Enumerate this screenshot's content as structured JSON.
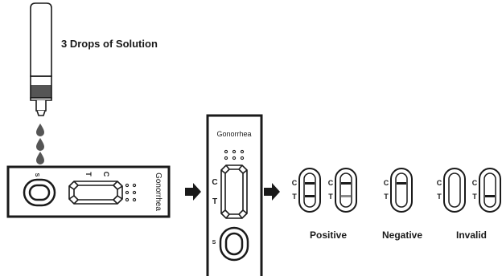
{
  "instruction": "3 Drops of Solution",
  "cassette_horizontal": {
    "brand": "Gonorrhea",
    "sample_label": "S",
    "test_label": "T",
    "control_label": "C"
  },
  "cassette_vertical": {
    "brand": "Gonorrhea",
    "control_label": "C",
    "test_label": "T",
    "sample_label": "S"
  },
  "result_window_labels": {
    "control": "C",
    "test": "T"
  },
  "results": {
    "positive_label": "Positive",
    "negative_label": "Negative",
    "invalid_label": "Invalid"
  },
  "colors": {
    "ink": "#1a1a1a",
    "faint_test_line": "#8a8a8a",
    "dropper_band": "#555555"
  },
  "icons": [
    "dropper-icon",
    "droplet-icon",
    "arrow-right-icon"
  ]
}
